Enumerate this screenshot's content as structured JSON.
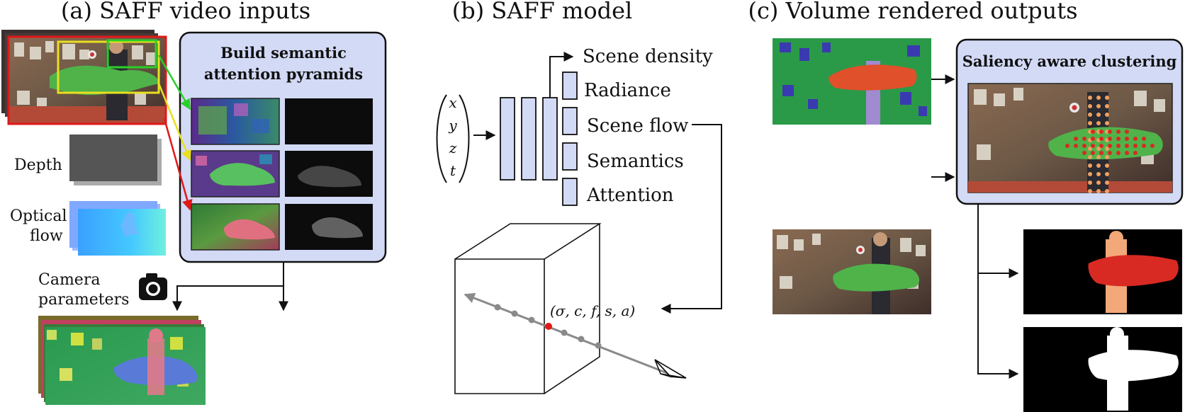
{
  "panels": {
    "a_title": "(a) SAFF video inputs",
    "b_title": "(b) SAFF model",
    "c_title": "(c) Volume rendered outputs"
  },
  "panel_a": {
    "pyramid_box_title_line1": "Build semantic",
    "pyramid_box_title_line2": "attention pyramids",
    "depth_label": "Depth",
    "flow_label_line1": "Optical",
    "flow_label_line2": "flow",
    "camera_label_line1": "Camera",
    "camera_label_line2": "parameters"
  },
  "panel_b": {
    "inputs": [
      "x",
      "y",
      "z",
      "t"
    ],
    "outputs": [
      "Scene density",
      "Radiance",
      "Scene flow",
      "Semantics",
      "Attention"
    ],
    "sample_tuple": "(σ, c, f, s, a)"
  },
  "panel_c": {
    "cluster_box_title": "Saliency aware clustering"
  },
  "colors": {
    "box_fill": "#d3daf6",
    "red_arrow": "#e01818",
    "yellow_arrow": "#e8e020",
    "green_arrow": "#28d028",
    "gray_ray": "#8a8a8a",
    "mlp_block": "#d3daf6"
  }
}
